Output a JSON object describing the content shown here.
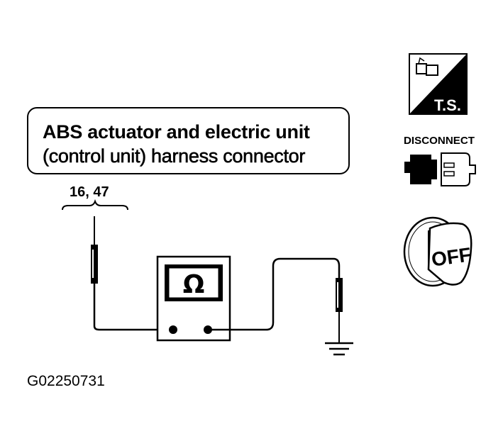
{
  "connector_label": {
    "line1": "ABS actuator and electric unit",
    "line2": "(control unit) harness connector"
  },
  "terminals": "16, 47",
  "meter": {
    "symbol": "Ω"
  },
  "icons": {
    "ts": {
      "name": "test-icon",
      "text": "T.S."
    },
    "disconnect": {
      "name": "disconnect-icon",
      "text": "DISCONNECT"
    },
    "ignition": {
      "name": "ignition-off-icon",
      "text": "OFF"
    }
  },
  "figure_id": "G02250731"
}
